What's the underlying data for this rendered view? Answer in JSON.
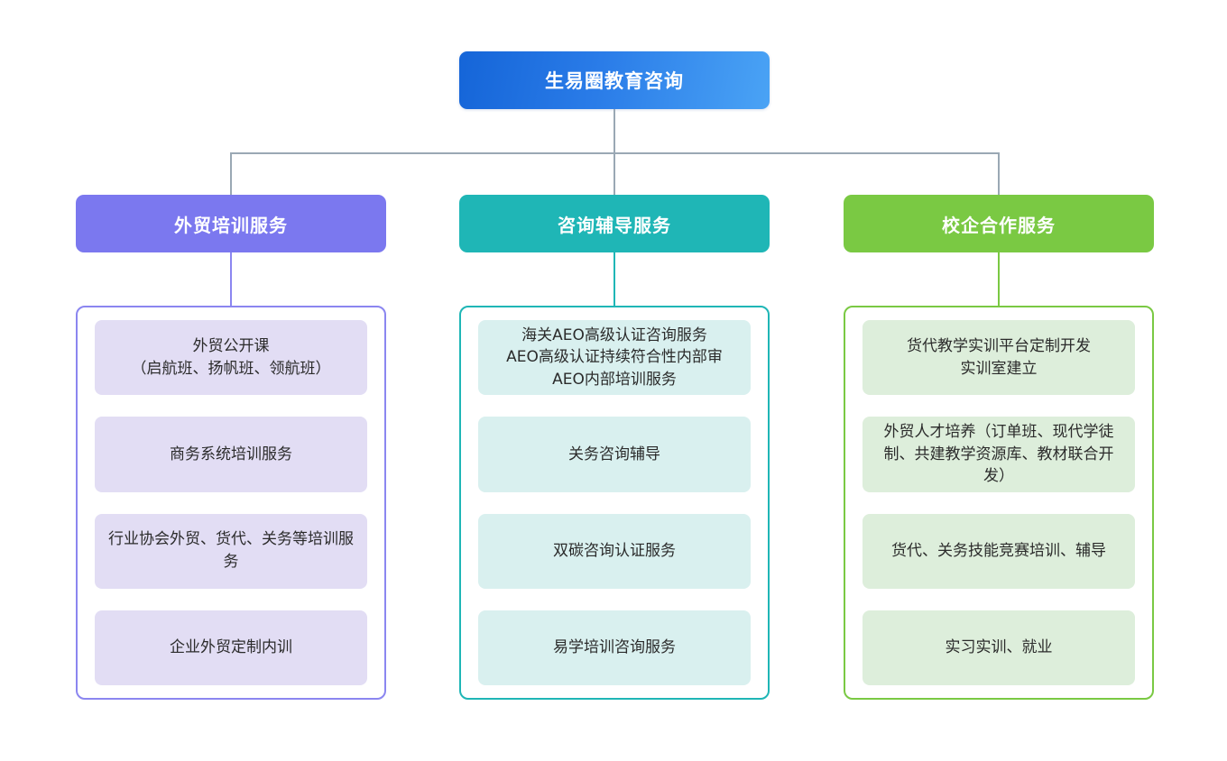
{
  "diagram": {
    "type": "organizational-tree",
    "root": {
      "label": "生易圈教育咨询",
      "color": "#2a7ce8"
    },
    "branches": [
      {
        "label": "外贸培训服务",
        "color": "#7b78ef",
        "border_color": "#8b86f0",
        "card_color": "#e2ddf4",
        "items": [
          {
            "label": "外贸公开课\n（启航班、扬帆班、领航班）"
          },
          {
            "label": "商务系统培训服务"
          },
          {
            "label": "行业协会外贸、货代、关务等培训服务"
          },
          {
            "label": "企业外贸定制内训"
          }
        ]
      },
      {
        "label": "咨询辅导服务",
        "color": "#1fb6b6",
        "border_color": "#1fb6b6",
        "card_color": "#d9f0ef",
        "items": [
          {
            "label": "海关AEO高级认证咨询服务\nAEO高级认证持续符合性内部审\nAEO内部培训服务"
          },
          {
            "label": "关务咨询辅导"
          },
          {
            "label": "双碳咨询认证服务"
          },
          {
            "label": "易学培训咨询服务"
          }
        ]
      },
      {
        "label": "校企合作服务",
        "color": "#7ac943",
        "border_color": "#7ac943",
        "card_color": "#ddeedb",
        "items": [
          {
            "label": "货代教学实训平台定制开发\n实训室建立"
          },
          {
            "label": "外贸人才培养（订单班、现代学徒制、共建教学资源库、教材联合开发）"
          },
          {
            "label": "货代、关务技能竞赛培训、辅导"
          },
          {
            "label": "实习实训、就业"
          }
        ]
      }
    ],
    "connector_color": "#9aa8b4"
  }
}
